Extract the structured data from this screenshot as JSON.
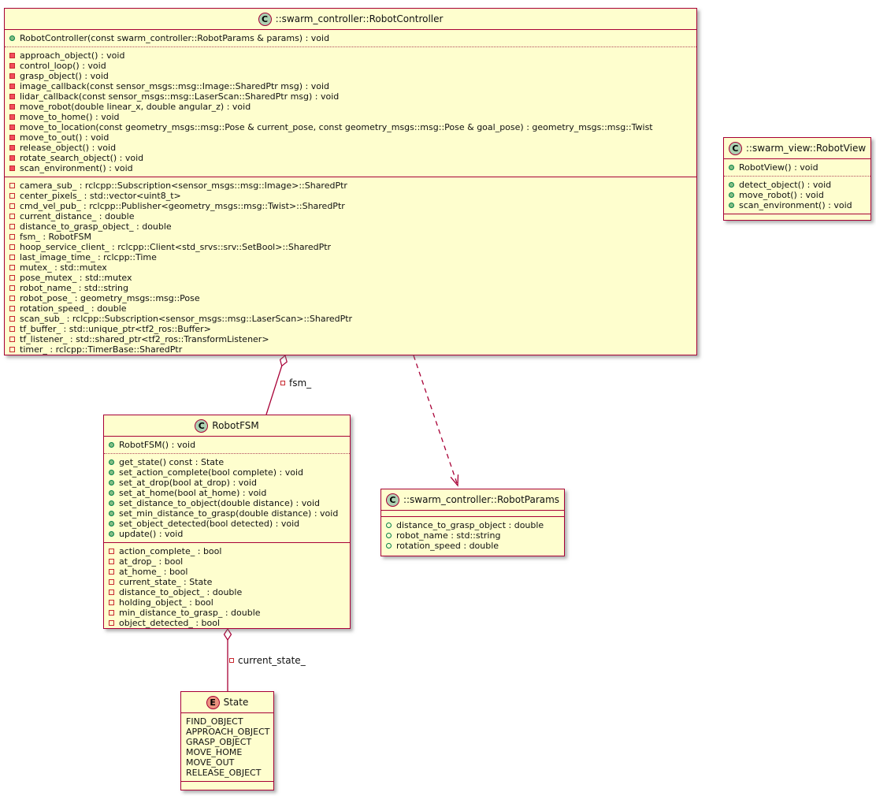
{
  "palette": {
    "box_fill": "#FEFECE",
    "box_border": "#A80036",
    "class_icon_fill": "#ADD1B2",
    "enum_icon_fill": "#EB937F",
    "public_green": "#038048",
    "private_red": "#C82930",
    "connector": "#A80036"
  },
  "classes": [
    {
      "stereotype": "C",
      "title": "::swarm_controller::RobotController",
      "sections": [
        {
          "name": "constructor-section",
          "sep_before": "none",
          "items": [
            {
              "icon": "method-public",
              "text": "RobotController(const swarm_controller::RobotParams & params) : void"
            }
          ]
        },
        {
          "name": "methods-section",
          "sep_before": "dotted",
          "items": [
            {
              "icon": "method-private",
              "text": "approach_object() : void"
            },
            {
              "icon": "method-private",
              "text": "control_loop() : void"
            },
            {
              "icon": "method-private",
              "text": "grasp_object() : void"
            },
            {
              "icon": "method-private",
              "text": "image_callback(const sensor_msgs::msg::Image::SharedPtr msg) : void"
            },
            {
              "icon": "method-private",
              "text": "lidar_callback(const sensor_msgs::msg::LaserScan::SharedPtr msg) : void"
            },
            {
              "icon": "method-private",
              "text": "move_robot(double linear_x, double angular_z) : void"
            },
            {
              "icon": "method-private",
              "text": "move_to_home() : void"
            },
            {
              "icon": "method-private",
              "text": "move_to_location(const geometry_msgs::msg::Pose & current_pose, const geometry_msgs::msg::Pose & goal_pose) : geometry_msgs::msg::Twist"
            },
            {
              "icon": "method-private",
              "text": "move_to_out() : void"
            },
            {
              "icon": "method-private",
              "text": "release_object() : void"
            },
            {
              "icon": "method-private",
              "text": "rotate_search_object() : void"
            },
            {
              "icon": "method-private",
              "text": "scan_environment() : void"
            }
          ]
        },
        {
          "name": "fields-section",
          "sep_before": "solid",
          "items": [
            {
              "icon": "field-private",
              "text": "camera_sub_ : rclcpp::Subscription<sensor_msgs::msg::Image>::SharedPtr"
            },
            {
              "icon": "field-private",
              "text": "center_pixels_ : std::vector<uint8_t>"
            },
            {
              "icon": "field-private",
              "text": "cmd_vel_pub_ : rclcpp::Publisher<geometry_msgs::msg::Twist>::SharedPtr"
            },
            {
              "icon": "field-private",
              "text": "current_distance_ : double"
            },
            {
              "icon": "field-private",
              "text": "distance_to_grasp_object_ : double"
            },
            {
              "icon": "field-private",
              "text": "fsm_ : RobotFSM"
            },
            {
              "icon": "field-private",
              "text": "hoop_service_client_ : rclcpp::Client<std_srvs::srv::SetBool>::SharedPtr"
            },
            {
              "icon": "field-private",
              "text": "last_image_time_ : rclcpp::Time"
            },
            {
              "icon": "field-private",
              "text": "mutex_ : std::mutex"
            },
            {
              "icon": "field-private",
              "text": "pose_mutex_ : std::mutex"
            },
            {
              "icon": "field-private",
              "text": "robot_name_ : std::string"
            },
            {
              "icon": "field-private",
              "text": "robot_pose_ : geometry_msgs::msg::Pose"
            },
            {
              "icon": "field-private",
              "text": "rotation_speed_ : double"
            },
            {
              "icon": "field-private",
              "text": "scan_sub_ : rclcpp::Subscription<sensor_msgs::msg::LaserScan>::SharedPtr"
            },
            {
              "icon": "field-private",
              "text": "tf_buffer_ : std::unique_ptr<tf2_ros::Buffer>"
            },
            {
              "icon": "field-private",
              "text": "tf_listener_ : std::shared_ptr<tf2_ros::TransformListener>"
            },
            {
              "icon": "field-private",
              "text": "timer_ : rclcpp::TimerBase::SharedPtr"
            }
          ]
        }
      ]
    },
    {
      "stereotype": "C",
      "title": "::swarm_view::RobotView",
      "sections": [
        {
          "name": "constructor-section",
          "sep_before": "none",
          "items": [
            {
              "icon": "method-public",
              "text": "RobotView() : void"
            }
          ]
        },
        {
          "name": "methods-section",
          "sep_before": "dotted",
          "items": [
            {
              "icon": "method-public",
              "text": "detect_object() : void"
            },
            {
              "icon": "method-public",
              "text": "move_robot() : void"
            },
            {
              "icon": "method-public",
              "text": "scan_environment() : void"
            }
          ]
        },
        {
          "name": "fields-section",
          "sep_before": "solid",
          "items": []
        }
      ]
    },
    {
      "stereotype": "C",
      "title": "RobotFSM",
      "sections": [
        {
          "name": "constructor-section",
          "sep_before": "none",
          "items": [
            {
              "icon": "method-public",
              "text": "RobotFSM() : void"
            }
          ]
        },
        {
          "name": "methods-section",
          "sep_before": "dotted",
          "items": [
            {
              "icon": "method-public",
              "text": "get_state() const : State"
            },
            {
              "icon": "method-public",
              "text": "set_action_complete(bool complete) : void"
            },
            {
              "icon": "method-public",
              "text": "set_at_drop(bool at_drop) : void"
            },
            {
              "icon": "method-public",
              "text": "set_at_home(bool at_home) : void"
            },
            {
              "icon": "method-public",
              "text": "set_distance_to_object(double distance) : void"
            },
            {
              "icon": "method-public",
              "text": "set_min_distance_to_grasp(double distance) : void"
            },
            {
              "icon": "method-public",
              "text": "set_object_detected(bool detected) : void"
            },
            {
              "icon": "method-public",
              "text": "update() : void"
            }
          ]
        },
        {
          "name": "fields-section",
          "sep_before": "solid",
          "items": [
            {
              "icon": "field-private",
              "text": "action_complete_ : bool"
            },
            {
              "icon": "field-private",
              "text": "at_drop_ : bool"
            },
            {
              "icon": "field-private",
              "text": "at_home_ : bool"
            },
            {
              "icon": "field-private",
              "text": "current_state_ : State"
            },
            {
              "icon": "field-private",
              "text": "distance_to_object_ : double"
            },
            {
              "icon": "field-private",
              "text": "holding_object_ : bool"
            },
            {
              "icon": "field-private",
              "text": "min_distance_to_grasp_ : double"
            },
            {
              "icon": "field-private",
              "text": "object_detected_ : bool"
            }
          ]
        }
      ]
    },
    {
      "stereotype": "C",
      "title": "::swarm_controller::RobotParams",
      "sections": [
        {
          "name": "methods-section",
          "sep_before": "none",
          "items": []
        },
        {
          "name": "fields-section",
          "sep_before": "solid",
          "items": [
            {
              "icon": "field-public",
              "text": "distance_to_grasp_object : double"
            },
            {
              "icon": "field-public",
              "text": "robot_name : std::string"
            },
            {
              "icon": "field-public",
              "text": "rotation_speed : double"
            }
          ]
        }
      ]
    },
    {
      "stereotype": "E",
      "title": "State",
      "sections": [
        {
          "name": "enum-values-section",
          "sep_before": "none",
          "items": [
            {
              "icon": "none",
              "text": "FIND_OBJECT"
            },
            {
              "icon": "none",
              "text": "APPROACH_OBJECT"
            },
            {
              "icon": "none",
              "text": "GRASP_OBJECT"
            },
            {
              "icon": "none",
              "text": "MOVE_HOME"
            },
            {
              "icon": "none",
              "text": "MOVE_OUT"
            },
            {
              "icon": "none",
              "text": "RELEASE_OBJECT"
            }
          ]
        },
        {
          "name": "empty-section",
          "sep_before": "solid",
          "items": []
        }
      ]
    }
  ],
  "edges": [
    {
      "type": "aggregation",
      "label": "fsm_"
    },
    {
      "type": "aggregation",
      "label": "current_state_"
    },
    {
      "type": "dependency",
      "label": ""
    }
  ]
}
